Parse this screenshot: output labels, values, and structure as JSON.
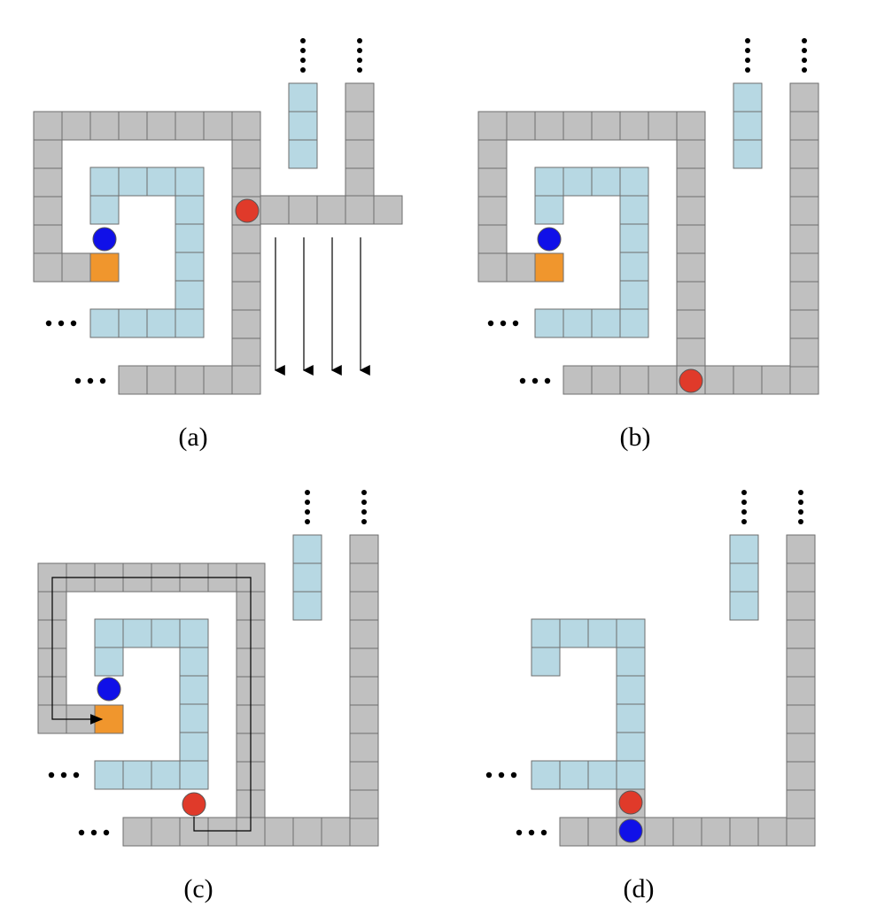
{
  "panels": [
    {
      "id": "a",
      "label": "(a)"
    },
    {
      "id": "b",
      "label": "(b)"
    },
    {
      "id": "c",
      "label": "(c)"
    },
    {
      "id": "d",
      "label": "(d)"
    }
  ],
  "colors": {
    "wall_gray": "#c0c0c0",
    "target_blue": "#b7d8e3",
    "goal_orange": "#f0962d",
    "agent_red": "#e03a2a",
    "agent_blue": "#1010e8",
    "outline": "#6e6e6e"
  },
  "legend_glyphs": {
    "ellipsis": "• • •"
  }
}
